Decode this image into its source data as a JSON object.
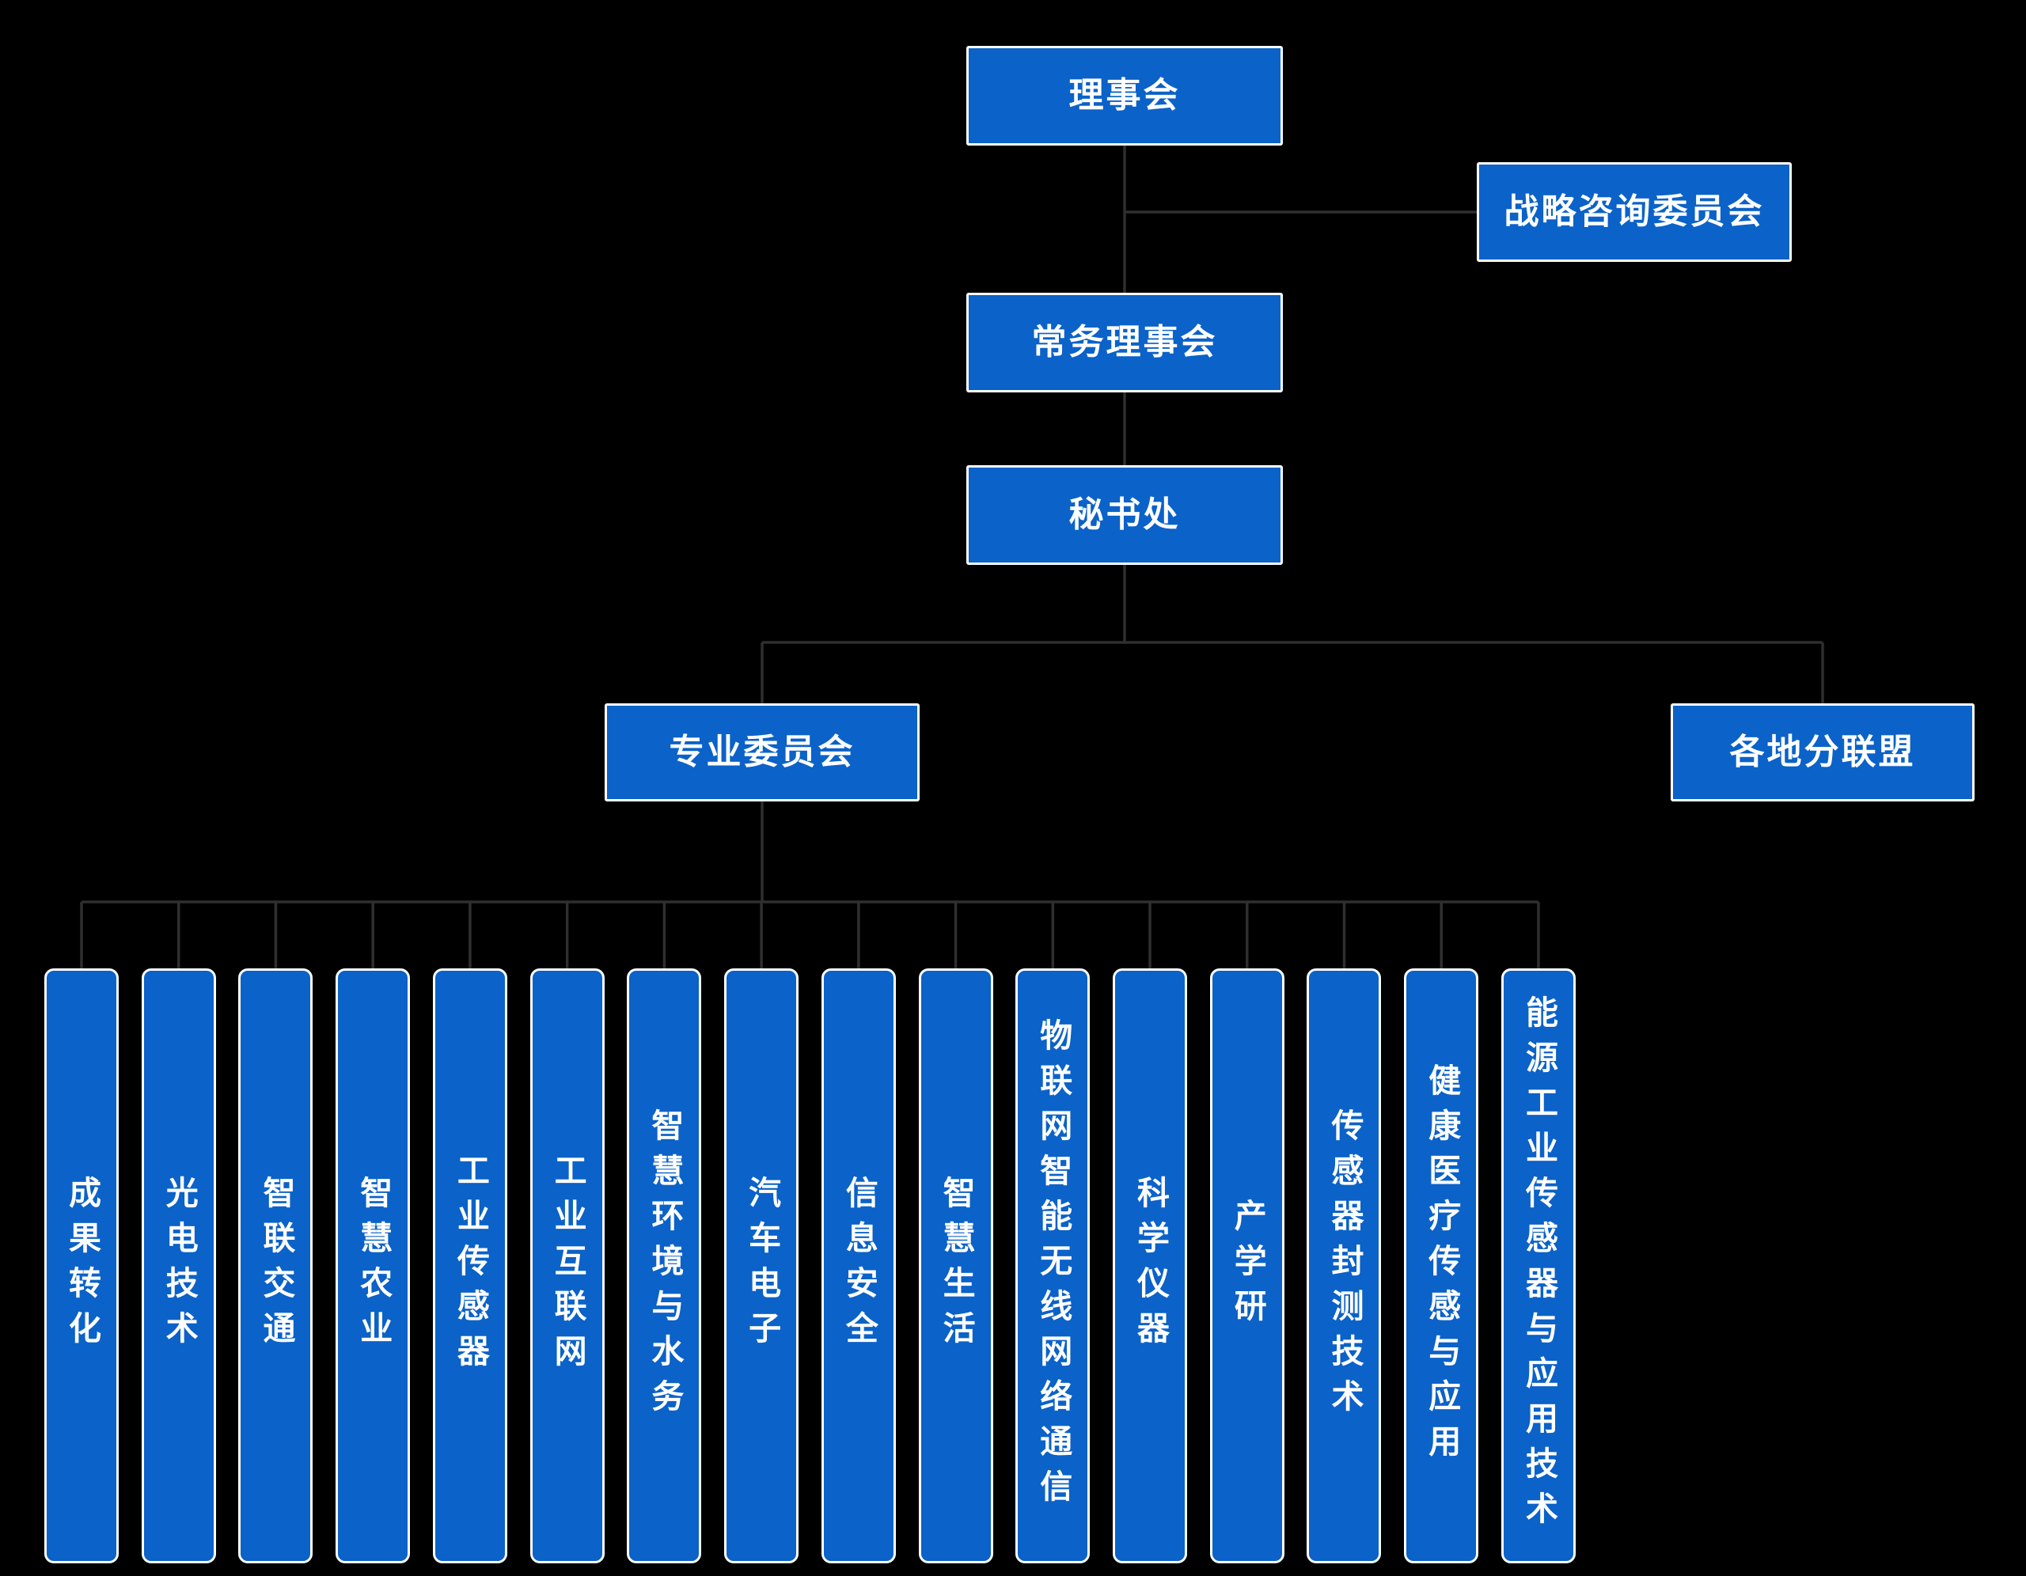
{
  "colors": {
    "background": "#000000",
    "box_fill": "#0b62c8",
    "box_border": "#ffffff",
    "connector": "#2f2f2f",
    "text": "#ffffff"
  },
  "nodes": {
    "board": {
      "label": "理事会"
    },
    "strategy": {
      "label": "战略咨询委员会"
    },
    "standing": {
      "label": "常务理事会"
    },
    "secretariat": {
      "label": "秘书处"
    },
    "professional": {
      "label": "专业委员会"
    },
    "regional": {
      "label": "各地分联盟"
    }
  },
  "committees": [
    "成果转化",
    "光电技术",
    "智联交通",
    "智慧农业",
    "工业传感器",
    "工业互联网",
    "智慧环境与水务",
    "汽车电子",
    "信息安全",
    "智慧生活",
    "物联网智能无线网络通信",
    "科学仪器",
    "产学研",
    "传感器封测技术",
    "健康医疗传感与应用",
    "能源工业传感器与应用技术"
  ]
}
